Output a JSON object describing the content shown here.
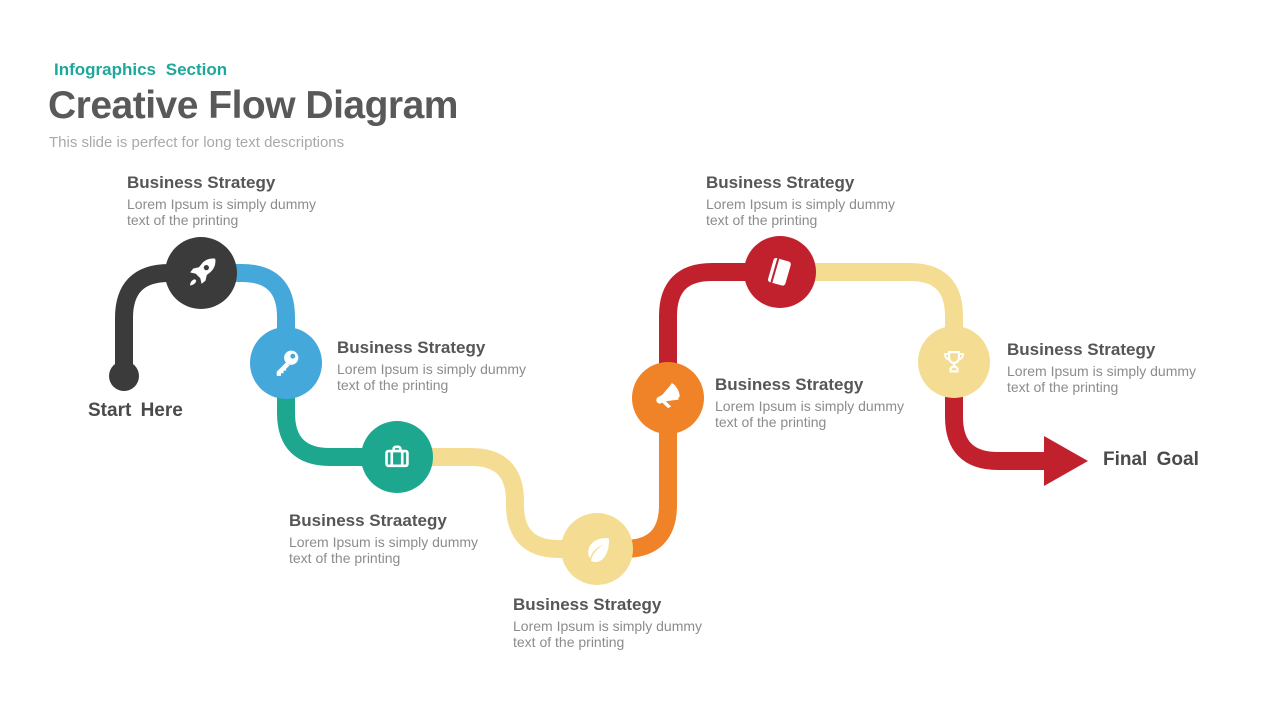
{
  "header": {
    "eyebrow": "Infographics Section",
    "title": "Creative Flow Diagram",
    "subtitle": "This slide is perfect for long text descriptions"
  },
  "flow": {
    "start_label": "Start Here",
    "final_label": "Final Goal",
    "final_color": "#c1212c",
    "icon_color": "#ffffff",
    "steps": [
      {
        "icon": "rocket-icon",
        "color": "#3b3b3b",
        "title": "Business Strategy",
        "desc": "Lorem Ipsum is simply dummy text of the printing"
      },
      {
        "icon": "key-icon",
        "color": "#44a8da",
        "title": "Business Strategy",
        "desc": "Lorem Ipsum is simply dummy text of the printing"
      },
      {
        "icon": "briefcase-icon",
        "color": "#1da78f",
        "title": "Business Straategy",
        "desc": "Lorem Ipsum is simply dummy text of the printing"
      },
      {
        "icon": "leaf-icon",
        "color": "#f4dd92",
        "title": "Business Strategy",
        "desc": "Lorem Ipsum is simply dummy text of the printing"
      },
      {
        "icon": "megaphone-icon",
        "color": "#f08227",
        "title": "Business Strategy",
        "desc": "Lorem Ipsum is simply dummy text of the printing"
      },
      {
        "icon": "book-icon",
        "color": "#c1212c",
        "title": "Business Strategy",
        "desc": "Lorem Ipsum is simply dummy text of the printing"
      },
      {
        "icon": "trophy-icon",
        "color": "#f4dd92",
        "title": "Business Strategy",
        "desc": "Lorem Ipsum is simply dummy text of the printing"
      }
    ],
    "colors": {
      "accent_teal": "#1ea79b",
      "title_gray": "#595959",
      "subtitle_gray": "#a9a9a9",
      "heading_gray": "#565656",
      "body_gray": "#8c8c8c",
      "endpoint_gray": "#4a4a4a"
    }
  }
}
